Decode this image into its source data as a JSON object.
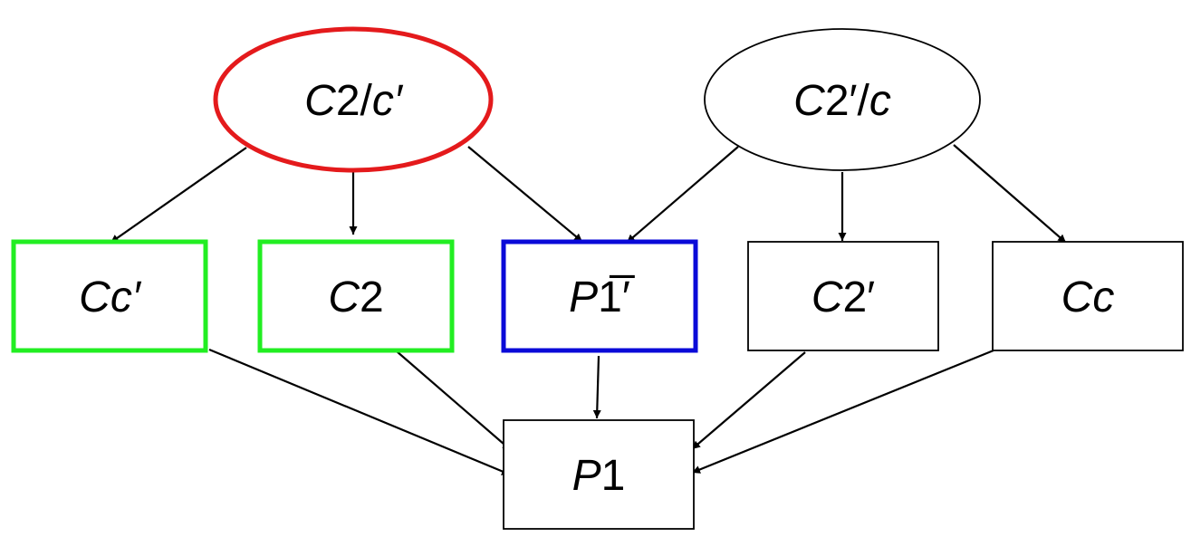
{
  "diagram": {
    "nodes": {
      "c2c_prime": {
        "parts": [
          {
            "t": "C",
            "i": true
          },
          {
            "t": "2/",
            "i": false
          },
          {
            "t": "c′",
            "i": true
          }
        ],
        "border_color": "#e41a1c",
        "shape": "ellipse"
      },
      "c2_prime_c": {
        "parts": [
          {
            "t": "C",
            "i": true
          },
          {
            "t": "2′/",
            "i": false
          },
          {
            "t": "c",
            "i": true
          }
        ],
        "border_color": "#000000",
        "shape": "ellipse"
      },
      "cc_prime": {
        "parts": [
          {
            "t": "Cc′",
            "i": true
          }
        ],
        "border_color": "#22ee22",
        "shape": "rect"
      },
      "c2": {
        "parts": [
          {
            "t": "C",
            "i": true
          },
          {
            "t": "2",
            "i": false
          }
        ],
        "border_color": "#22ee22",
        "shape": "rect"
      },
      "p1bar_prime": {
        "parts": [
          {
            "t": "P",
            "i": true
          },
          {
            "t": "1̅′",
            "i": false
          }
        ],
        "border_color": "#0a0ad8",
        "shape": "rect"
      },
      "c2_prime": {
        "parts": [
          {
            "t": "C",
            "i": true
          },
          {
            "t": "2′",
            "i": false
          }
        ],
        "border_color": "#000000",
        "shape": "rect"
      },
      "cc": {
        "parts": [
          {
            "t": "Cc",
            "i": true
          }
        ],
        "border_color": "#000000",
        "shape": "rect"
      },
      "p1": {
        "parts": [
          {
            "t": "P",
            "i": true
          },
          {
            "t": "1",
            "i": false
          }
        ],
        "border_color": "#000000",
        "shape": "rect"
      }
    },
    "edges": [
      {
        "from": "c2c_prime",
        "to": "cc_prime"
      },
      {
        "from": "c2c_prime",
        "to": "c2"
      },
      {
        "from": "c2c_prime",
        "to": "p1bar_prime"
      },
      {
        "from": "c2_prime_c",
        "to": "p1bar_prime"
      },
      {
        "from": "c2_prime_c",
        "to": "c2_prime"
      },
      {
        "from": "c2_prime_c",
        "to": "cc"
      },
      {
        "from": "cc_prime",
        "to": "p1"
      },
      {
        "from": "c2",
        "to": "p1"
      },
      {
        "from": "p1bar_prime",
        "to": "p1"
      },
      {
        "from": "c2_prime",
        "to": "p1"
      },
      {
        "from": "cc",
        "to": "p1"
      }
    ]
  }
}
